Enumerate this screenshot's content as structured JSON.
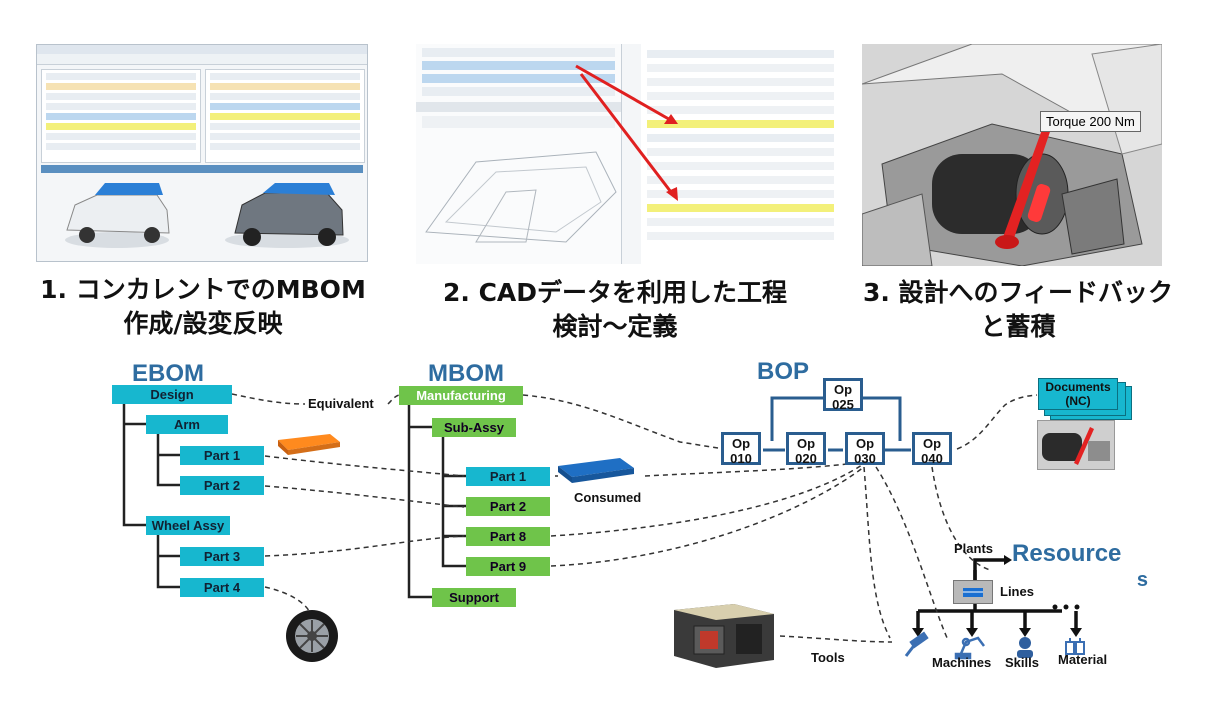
{
  "captions": [
    {
      "line1": "1. コンカレントでのMBOM",
      "line2": "作成/設変反映"
    },
    {
      "line1": "2. CADデータを利用した工程",
      "line2": "検討～定義"
    },
    {
      "line1": "3. 設計へのフィードバック",
      "line2": "と蓄積"
    }
  ],
  "screenshot3": {
    "tooltip": "Torque 200 Nm"
  },
  "ebom": {
    "title": "EBOM",
    "root": "Design",
    "arm": "Arm",
    "part1": "Part 1",
    "part2": "Part 2",
    "wheel_assy": "Wheel Assy",
    "part3": "Part 3",
    "part4": "Part 4"
  },
  "equivalent_label": "Equivalent",
  "mbom": {
    "title": "MBOM",
    "root": "Manufacturing",
    "sub_assy": "Sub-Assy",
    "part1": "Part 1",
    "part2": "Part 2",
    "part8": "Part 8",
    "part9": "Part 9",
    "support": "Support"
  },
  "consumed_label": "Consumed",
  "bop": {
    "title": "BOP",
    "ops": [
      {
        "id": "op025",
        "line1": "Op",
        "line2": "025"
      },
      {
        "id": "op010",
        "line1": "Op",
        "line2": "010"
      },
      {
        "id": "op020",
        "line1": "Op",
        "line2": "020"
      },
      {
        "id": "op030",
        "line1": "Op",
        "line2": "030"
      },
      {
        "id": "op040",
        "line1": "Op",
        "line2": "040"
      }
    ]
  },
  "documents": {
    "line1": "Documents",
    "line2": "(NC)"
  },
  "resources": {
    "title_line1": "Resource",
    "title_line2": "s",
    "plants": "Plants",
    "lines": "Lines",
    "machines": "Machines",
    "skills": "Skills",
    "material": "Material",
    "tools": "Tools"
  },
  "colors": {
    "ebom_node": "#17b7cf",
    "mbom_node": "#6fc44a",
    "bop_border": "#2a5d8f",
    "title_blue": "#2e6ca0",
    "arrow_red": "#e02020"
  }
}
